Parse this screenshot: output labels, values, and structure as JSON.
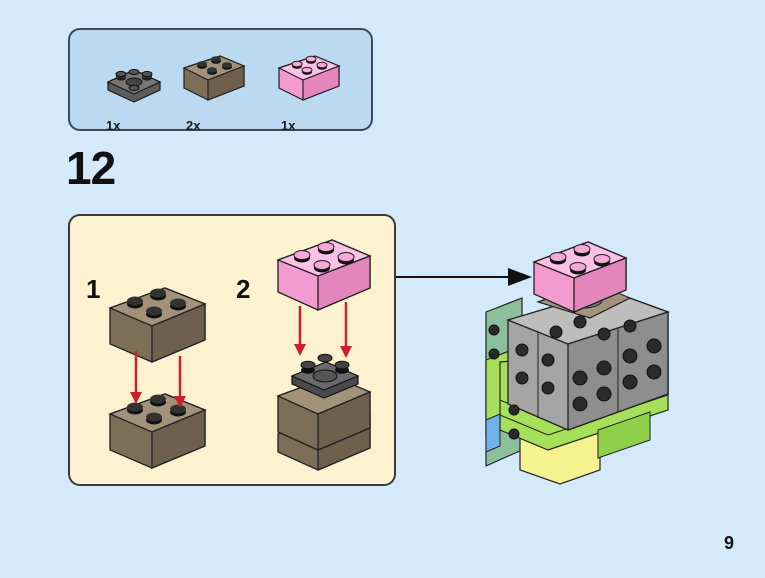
{
  "step": {
    "number": "12"
  },
  "parts_list": {
    "items": [
      {
        "name": "2x2 round plate, dark grey",
        "color": "#6a6a6a",
        "quantity": "1x"
      },
      {
        "name": "2x2 brick, dark tan",
        "color": "#8f7f67",
        "quantity": "2x"
      },
      {
        "name": "2x2 brick, pink",
        "color": "#f7a9d9",
        "quantity": "1x"
      }
    ]
  },
  "sub_steps": [
    {
      "label": "1"
    },
    {
      "label": "2"
    }
  ],
  "colors": {
    "background": "#d4e9f9",
    "parts_panel": "#bcd9f2",
    "substep_panel": "#fcf2cf",
    "arrow_red": "#cc1f2c",
    "tan": "#8f7f67",
    "pink": "#f7a9d9",
    "grey": "#a4a4a4",
    "lime": "#a6e05a",
    "yellow": "#f6f28f",
    "sand_green": "#8cc09c"
  },
  "page": {
    "number": "9"
  }
}
